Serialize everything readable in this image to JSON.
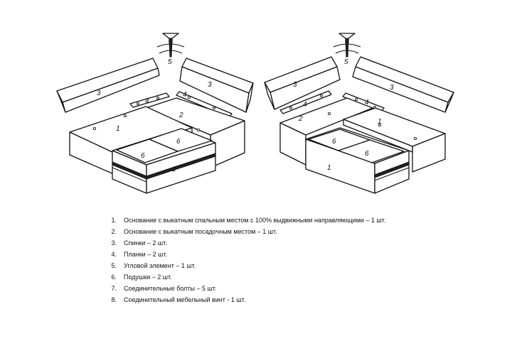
{
  "labels": {
    "left": {
      "base1": "1",
      "base2": "2",
      "back_left": "3",
      "back_right": "3",
      "plank_a": "4",
      "plank_b": "4",
      "corner": "5",
      "cushion_a": "6",
      "cushion_b": "6",
      "drawer": "1"
    },
    "right": {
      "base1": "1",
      "base2": "2",
      "back_left": "3",
      "back_right": "3",
      "plank_a": "4",
      "plank_b": "4",
      "corner": "5",
      "cushion_a": "6",
      "cushion_b": "6",
      "drawer": "1"
    }
  },
  "legend": {
    "items": [
      {
        "num": "1.",
        "text": "Основание с выкатным спальным местом с 100% выдвижными направляющими – 1 шт."
      },
      {
        "num": "2.",
        "text": "Основание с выкатным посадочным местом  – 1 шт."
      },
      {
        "num": "3.",
        "text": "Спинки – 2 шт."
      },
      {
        "num": "4.",
        "text": "Планки – 2 шт."
      },
      {
        "num": "5.",
        "text": "Угловой  элемент – 1 шт."
      },
      {
        "num": "6.",
        "text": "Подушки – 2 шт."
      },
      {
        "num": "7.",
        "text": "Соединительные болты – 5 шт."
      },
      {
        "num": "8.",
        "text": "Соединительный мебельный винт  -  1 шт."
      }
    ]
  }
}
